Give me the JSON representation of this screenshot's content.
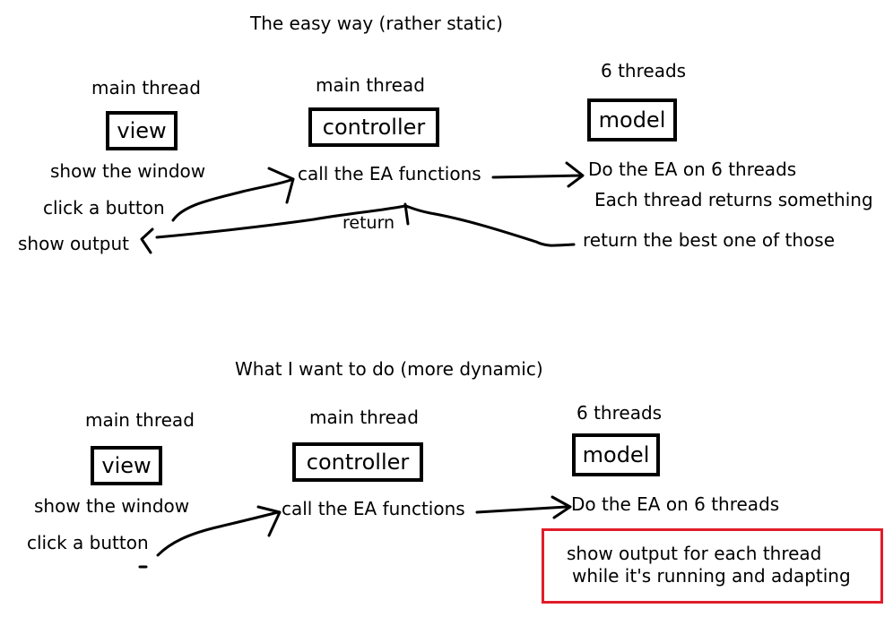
{
  "top": {
    "title": "The easy way (rather static)",
    "view_thread": "main thread",
    "view_box": "view",
    "controller_thread": "main thread",
    "controller_box": "controller",
    "model_thread": "6 threads",
    "model_box": "model",
    "show_window": "show the window",
    "click_button": "click a button",
    "show_output": "show output",
    "call_ea": "call the EA functions",
    "return_label": "return",
    "do_ea": "Do the EA  on 6 threads",
    "each_thread": "Each thread returns something",
    "return_best": "return the best one of those"
  },
  "bottom": {
    "title": "What I want to do (more dynamic)",
    "view_thread": "main thread",
    "view_box": "view",
    "controller_thread": "main thread",
    "controller_box": "controller",
    "model_thread": "6 threads",
    "model_box": "model",
    "show_window": "show the window",
    "click_button": "click a button",
    "call_ea": "call the EA functions",
    "do_ea": "Do the EA  on 6 threads",
    "highlight_line1": "show output for each thread",
    "highlight_line2": "while it's running and adapting"
  },
  "colors": {
    "highlight_border": "#e11d2a",
    "ink": "#000000"
  }
}
